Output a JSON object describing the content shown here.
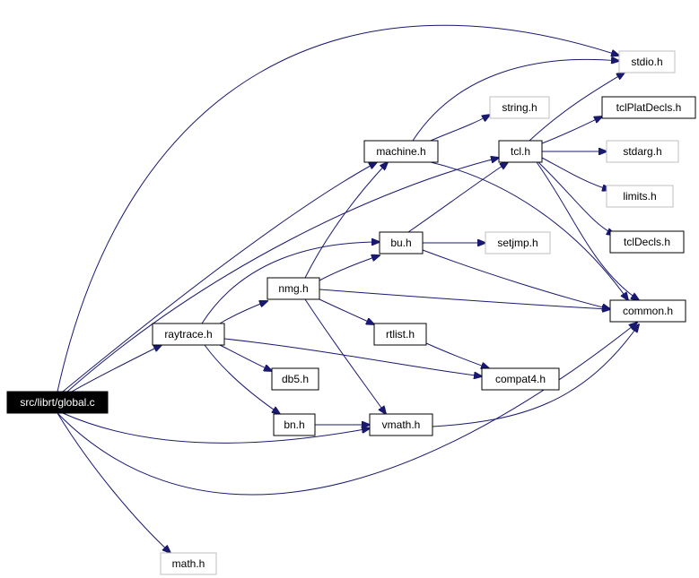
{
  "graph": {
    "nodes": [
      {
        "id": "global_c",
        "label": "src/librt/global.c",
        "style": "root",
        "link": false
      },
      {
        "id": "stdio_h",
        "label": "stdio.h",
        "style": "gray",
        "link": false
      },
      {
        "id": "string_h",
        "label": "string.h",
        "style": "gray",
        "link": false
      },
      {
        "id": "tclPlatDecls_h",
        "label": "tclPlatDecls.h",
        "style": "normal",
        "link": true
      },
      {
        "id": "machine_h",
        "label": "machine.h",
        "style": "normal",
        "link": true
      },
      {
        "id": "tcl_h",
        "label": "tcl.h",
        "style": "normal",
        "link": true
      },
      {
        "id": "stdarg_h",
        "label": "stdarg.h",
        "style": "gray",
        "link": false
      },
      {
        "id": "limits_h",
        "label": "limits.h",
        "style": "gray",
        "link": false
      },
      {
        "id": "tclDecls_h",
        "label": "tclDecls.h",
        "style": "normal",
        "link": true
      },
      {
        "id": "bu_h",
        "label": "bu.h",
        "style": "normal",
        "link": true
      },
      {
        "id": "setjmp_h",
        "label": "setjmp.h",
        "style": "gray",
        "link": false
      },
      {
        "id": "nmg_h",
        "label": "nmg.h",
        "style": "normal",
        "link": true
      },
      {
        "id": "common_h",
        "label": "common.h",
        "style": "normal",
        "link": true
      },
      {
        "id": "raytrace_h",
        "label": "raytrace.h",
        "style": "normal",
        "link": true
      },
      {
        "id": "rtlist_h",
        "label": "rtlist.h",
        "style": "normal",
        "link": true
      },
      {
        "id": "db5_h",
        "label": "db5.h",
        "style": "normal",
        "link": true
      },
      {
        "id": "compat4_h",
        "label": "compat4.h",
        "style": "normal",
        "link": true
      },
      {
        "id": "bn_h",
        "label": "bn.h",
        "style": "normal",
        "link": true
      },
      {
        "id": "vmath_h",
        "label": "vmath.h",
        "style": "normal",
        "link": true
      },
      {
        "id": "math_h",
        "label": "math.h",
        "style": "gray",
        "link": false
      }
    ],
    "edges": [
      {
        "from": "global_c",
        "to": "stdio_h"
      },
      {
        "from": "global_c",
        "to": "machine_h"
      },
      {
        "from": "global_c",
        "to": "tcl_h"
      },
      {
        "from": "global_c",
        "to": "raytrace_h"
      },
      {
        "from": "global_c",
        "to": "vmath_h"
      },
      {
        "from": "global_c",
        "to": "common_h"
      },
      {
        "from": "global_c",
        "to": "math_h"
      },
      {
        "from": "machine_h",
        "to": "stdio_h"
      },
      {
        "from": "machine_h",
        "to": "string_h"
      },
      {
        "from": "machine_h",
        "to": "common_h"
      },
      {
        "from": "tcl_h",
        "to": "stdio_h"
      },
      {
        "from": "tcl_h",
        "to": "tclPlatDecls_h"
      },
      {
        "from": "tcl_h",
        "to": "stdarg_h"
      },
      {
        "from": "tcl_h",
        "to": "limits_h"
      },
      {
        "from": "tcl_h",
        "to": "tclDecls_h"
      },
      {
        "from": "tcl_h",
        "to": "common_h"
      },
      {
        "from": "bu_h",
        "to": "tcl_h"
      },
      {
        "from": "bu_h",
        "to": "setjmp_h"
      },
      {
        "from": "bu_h",
        "to": "common_h"
      },
      {
        "from": "nmg_h",
        "to": "machine_h"
      },
      {
        "from": "nmg_h",
        "to": "bu_h"
      },
      {
        "from": "nmg_h",
        "to": "common_h"
      },
      {
        "from": "nmg_h",
        "to": "rtlist_h"
      },
      {
        "from": "nmg_h",
        "to": "vmath_h"
      },
      {
        "from": "raytrace_h",
        "to": "bu_h"
      },
      {
        "from": "raytrace_h",
        "to": "nmg_h"
      },
      {
        "from": "raytrace_h",
        "to": "db5_h"
      },
      {
        "from": "raytrace_h",
        "to": "bn_h"
      },
      {
        "from": "raytrace_h",
        "to": "compat4_h"
      },
      {
        "from": "rtlist_h",
        "to": "compat4_h"
      },
      {
        "from": "bn_h",
        "to": "vmath_h"
      },
      {
        "from": "vmath_h",
        "to": "common_h"
      }
    ]
  }
}
